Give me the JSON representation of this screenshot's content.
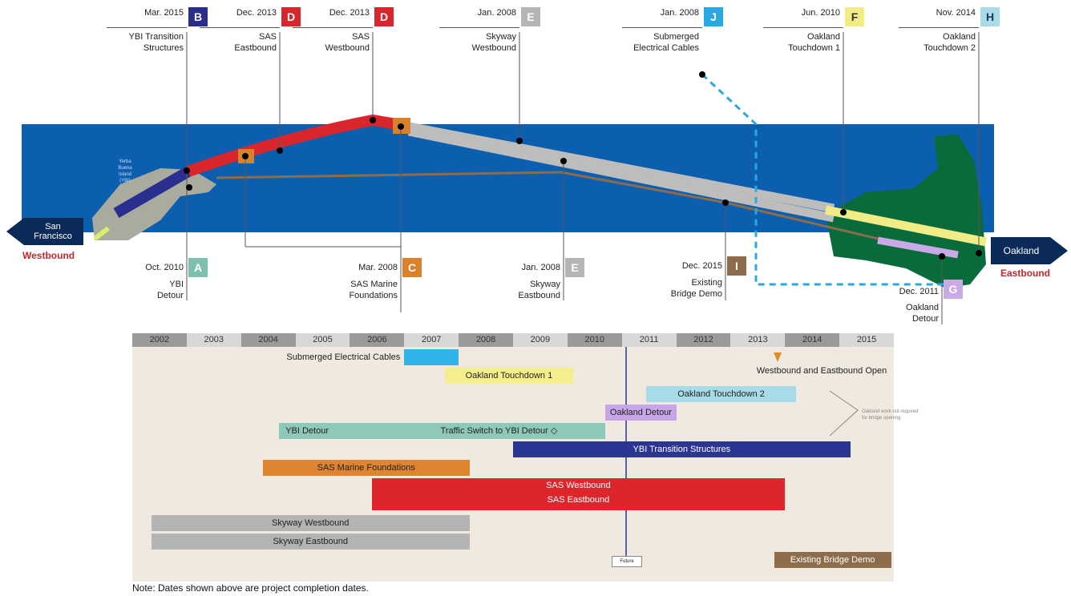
{
  "callouts_top": [
    {
      "id": "B",
      "date": "Mar. 2015",
      "label": "YBI Transition\nStructures",
      "color": "#2a2f8f"
    },
    {
      "id": "D1",
      "letter": "D",
      "date": "Dec. 2013",
      "label": "SAS\nEastbound",
      "color": "#d9262c"
    },
    {
      "id": "D2",
      "letter": "D",
      "date": "Dec. 2013",
      "label": "SAS\nWestbound",
      "color": "#d9262c"
    },
    {
      "id": "E1",
      "letter": "E",
      "date": "Jan. 2008",
      "label": "Skyway\nWestbound",
      "color": "#b5b5b5"
    },
    {
      "id": "J",
      "date": "Jan. 2008",
      "label": "Submerged\nElectrical Cables",
      "color": "#29a9e1"
    },
    {
      "id": "F",
      "date": "Jun. 2010",
      "label": "Oakland\nTouchdown 1",
      "color": "#f2ec86"
    },
    {
      "id": "H",
      "date": "Nov. 2014",
      "label": "Oakland\nTouchdown 2",
      "color": "#a9dbe9"
    }
  ],
  "callouts_bottom": [
    {
      "id": "A",
      "date": "Oct. 2010",
      "label": "YBI\nDetour",
      "color": "#7fbfb0"
    },
    {
      "id": "C",
      "date": "Mar. 2008",
      "label": "SAS Marine\nFoundations",
      "color": "#d9822b"
    },
    {
      "id": "E2",
      "letter": "E",
      "date": "Jan. 2008",
      "label": "Skyway\nEastbound",
      "color": "#b5b5b5"
    },
    {
      "id": "I",
      "date": "Dec. 2015",
      "label": "Existing\nBridge Demo",
      "color": "#8c6c4a"
    },
    {
      "id": "G",
      "date": "Dec. 2011",
      "label": "Oakland\nDetour",
      "color": "#c9a9e6"
    }
  ],
  "map": {
    "sf_label": "San\nFrancisco",
    "sf_dir": "Westbound",
    "oak_label": "Oakland",
    "oak_dir": "Eastbound",
    "island_label": "Yerba\nBuena\nIsland\n(YBI)"
  },
  "gantt": {
    "years": [
      "2002",
      "2003",
      "2004",
      "2005",
      "2006",
      "2007",
      "2008",
      "2009",
      "2010",
      "2011",
      "2012",
      "2013",
      "2014",
      "2015"
    ],
    "bars": [
      {
        "name": "submerged-cables",
        "start": 2007.0,
        "end": 2008.0,
        "row": 0,
        "color": "#2fb3e8",
        "label": "",
        "left_label": "Submerged Electrical Cables"
      },
      {
        "name": "oakland-touchdown-1",
        "start": 2007.75,
        "end": 2010.1,
        "row": 1,
        "color": "#f4ef8c",
        "label": "Oakland Touchdown 1"
      },
      {
        "name": "oakland-touchdown-2",
        "start": 2011.45,
        "end": 2014.2,
        "row": 2,
        "color": "#a7dbe8",
        "label": "Oakland Touchdown 2"
      },
      {
        "name": "oakland-detour",
        "start": 2010.7,
        "end": 2012.0,
        "row": 3,
        "color": "#c6a6e8",
        "label": "Oakland Detour"
      },
      {
        "name": "ybi-detour",
        "start": 2004.7,
        "end": 2010.7,
        "row": 4,
        "color": "#8ec8b8",
        "label": "YBI Detour",
        "label2": "Traffic Switch to YBI Detour"
      },
      {
        "name": "ybi-transition",
        "start": 2009.0,
        "end": 2015.2,
        "row": 5,
        "color": "#2b3594",
        "label": "YBI Transition Structures",
        "dark": true
      },
      {
        "name": "sas-marine",
        "start": 2004.4,
        "end": 2008.2,
        "row": 6,
        "color": "#df8430",
        "label": "SAS Marine Foundations"
      },
      {
        "name": "sas-west-east",
        "start": 2006.4,
        "end": 2014.0,
        "row": 7,
        "color": "#dd262c",
        "label": "SAS Westbound",
        "label2": "SAS Eastbound",
        "dark": true,
        "tall": true
      },
      {
        "name": "skyway-west",
        "start": 2002.35,
        "end": 2008.2,
        "row": 9,
        "color": "#b4b4b4",
        "label": "Skyway Westbound"
      },
      {
        "name": "skyway-east",
        "start": 2002.35,
        "end": 2008.2,
        "row": 10,
        "color": "#b4b4b4",
        "label": "Skyway Eastbound"
      },
      {
        "name": "existing-demo",
        "start": 2013.8,
        "end": 2015.95,
        "row": 11,
        "color": "#8c6c4a",
        "label": "Existing Bridge Demo",
        "dark": true
      }
    ],
    "open_label": "Westbound and Eastbound Open",
    "today_label": "Future",
    "side_note": "Oakland work not required\nfor bridge opening"
  },
  "note": "Note: Dates shown above are project completion dates."
}
